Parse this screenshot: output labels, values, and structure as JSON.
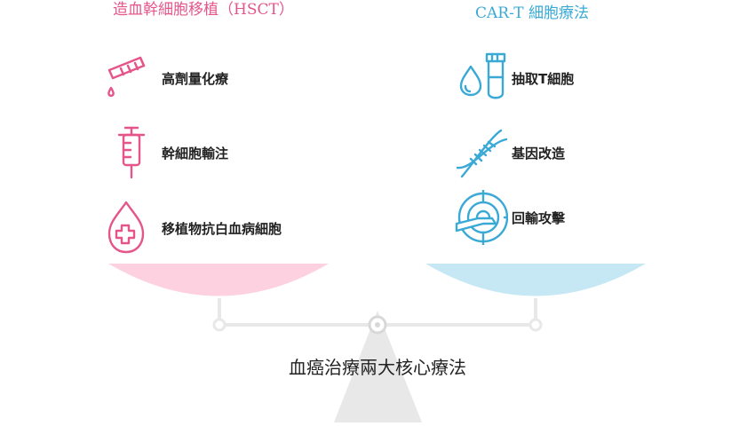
{
  "colors": {
    "left_accent": "#e5558a",
    "right_accent": "#3aa9d6",
    "left_pan": "#fdd1e0",
    "right_pan": "#c6e8f5",
    "scale_gray": "#e8e8e8"
  },
  "left": {
    "title": "造血幹細胞移植（HSCT）",
    "items": [
      {
        "icon": "test-tube-icon",
        "label": "高劑量化療"
      },
      {
        "icon": "syringe-icon",
        "label": "幹細胞輸注"
      },
      {
        "icon": "blood-drop-cross-icon",
        "label": "移植物抗白血病細胞"
      }
    ]
  },
  "right": {
    "title": "CAR-T 細胞療法",
    "items": [
      {
        "icon": "blood-tube-icon",
        "label": "抽取T細胞"
      },
      {
        "icon": "dna-icon",
        "label": "基因改造"
      },
      {
        "icon": "target-icon",
        "label": "回輸攻擊"
      }
    ]
  },
  "caption": "血癌治療兩大核心療法"
}
